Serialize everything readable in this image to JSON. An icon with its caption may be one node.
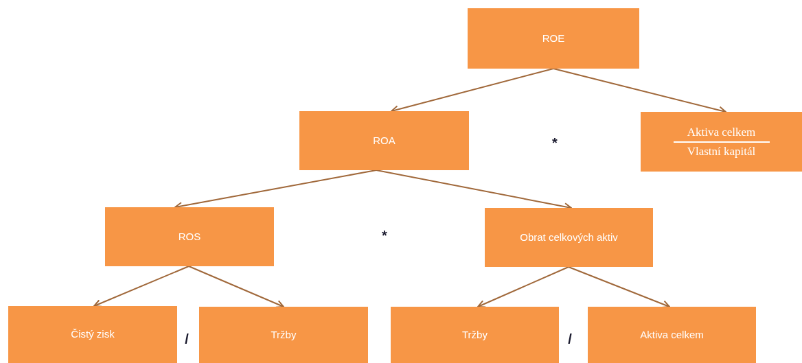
{
  "diagram": {
    "nodes": [
      {
        "text": [
          "ROE"
        ]
      },
      {
        "text": [
          "ROA"
        ]
      },
      {
        "text": [
          "Aktiva celkem",
          "Vlastní kapitál"
        ]
      },
      {
        "text": [
          "ROS"
        ]
      },
      {
        "text": [
          "Obrat celkových aktiv"
        ]
      },
      {
        "text": [
          "Čistý zisk"
        ]
      },
      {
        "text": [
          "Tržby"
        ]
      },
      {
        "text": [
          "Tržby"
        ]
      },
      {
        "text": [
          "Aktiva celkem"
        ]
      }
    ],
    "edges": [
      {
        "from": 0,
        "to": 1,
        "arrow": "to"
      },
      {
        "from": 0,
        "to": 2,
        "arrow": "to"
      },
      {
        "from": 1,
        "to": 3,
        "arrow": "to"
      },
      {
        "from": 1,
        "to": 4,
        "arrow": "to"
      },
      {
        "from": 3,
        "to": 5,
        "arrow": "to"
      },
      {
        "from": 3,
        "to": 6,
        "arrow": "to"
      },
      {
        "from": 4,
        "to": 7,
        "arrow": "to"
      },
      {
        "from": 4,
        "to": 8,
        "arrow": "to"
      }
    ],
    "labels": [
      "*",
      "*",
      "/",
      "/"
    ]
  }
}
